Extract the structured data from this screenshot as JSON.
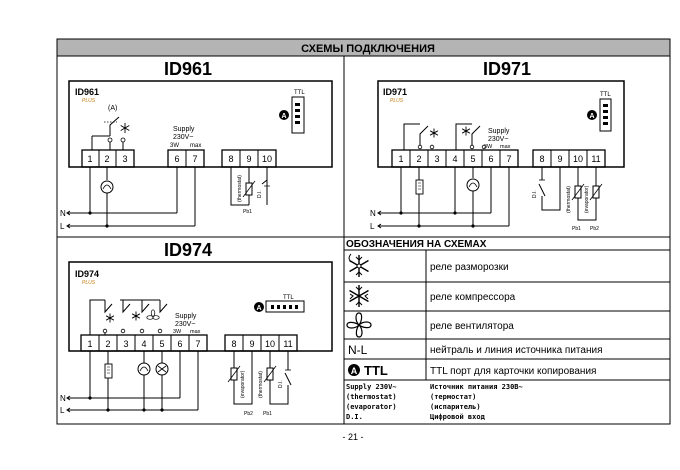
{
  "header": {
    "title": "СХЕМЫ ПОДКЛЮЧЕНИЯ"
  },
  "panels": {
    "id961": {
      "heading": "ID961",
      "device_label": "ID961",
      "plus": "PLUS",
      "relay_a": "(A)",
      "terminals": [
        "1",
        "2",
        "3",
        "6",
        "7",
        "8",
        "9",
        "10"
      ],
      "supply": "Supply",
      "supply_v": "230V~",
      "power": "3W",
      "max": "max",
      "ttl": "TTL",
      "thermostat": "(thermostat)",
      "di": "D.I.",
      "pb1": "Pb1",
      "n": "N",
      "l": "L"
    },
    "id971": {
      "heading": "ID971",
      "device_label": "ID971",
      "plus": "PLUS",
      "terminals": [
        "1",
        "2",
        "3",
        "4",
        "5",
        "6",
        "7",
        "8",
        "9",
        "10",
        "11"
      ],
      "supply": "Supply",
      "supply_v": "230V~",
      "power": "3W",
      "max": "max",
      "ttl": "TTL",
      "di": "D.I.",
      "thermostat": "(thermostat)",
      "evaporator": "(evaporator)",
      "pb1": "Pb1",
      "pb2": "Pb2",
      "n": "N",
      "l": "L"
    },
    "id974": {
      "heading": "ID974",
      "device_label": "ID974",
      "plus": "PLUS",
      "terminals": [
        "1",
        "2",
        "3",
        "4",
        "5",
        "6",
        "7",
        "8",
        "9",
        "10",
        "11"
      ],
      "supply": "Supply",
      "supply_v": "230V~",
      "power": "3W",
      "max": "max",
      "ttl": "TTL",
      "evaporator": "(evaporator)",
      "thermostat": "(thermostat)",
      "di": "D.I.",
      "pb1": "Pb1",
      "pb2": "Pb2",
      "n": "N",
      "l": "L"
    }
  },
  "legend": {
    "title": "ОБОЗНАЧЕНИЯ НА СХЕМАХ",
    "rows": [
      {
        "icon": "defrost-snowflake-icon",
        "text": "реле разморозки"
      },
      {
        "icon": "compressor-snowflake-icon",
        "text": "реле компрессора"
      },
      {
        "icon": "fan-icon",
        "text": "реле вентилятора"
      },
      {
        "symbol": "N-L",
        "text": "нейтраль и линия источника питания"
      },
      {
        "symbol": "TTL",
        "badge": "A",
        "text": "TTL порт для карточки копирования"
      }
    ],
    "glossary": [
      {
        "term": "Supply 230V~",
        "meaning": "Источник питания 230В~"
      },
      {
        "term": "(thermostat)",
        "meaning": "(термостат)"
      },
      {
        "term": "(evaporator)",
        "meaning": "(испаритель)"
      },
      {
        "term": "D.I.",
        "meaning": "Цифровой вход"
      }
    ]
  },
  "footer": {
    "page": "- 21 -"
  }
}
